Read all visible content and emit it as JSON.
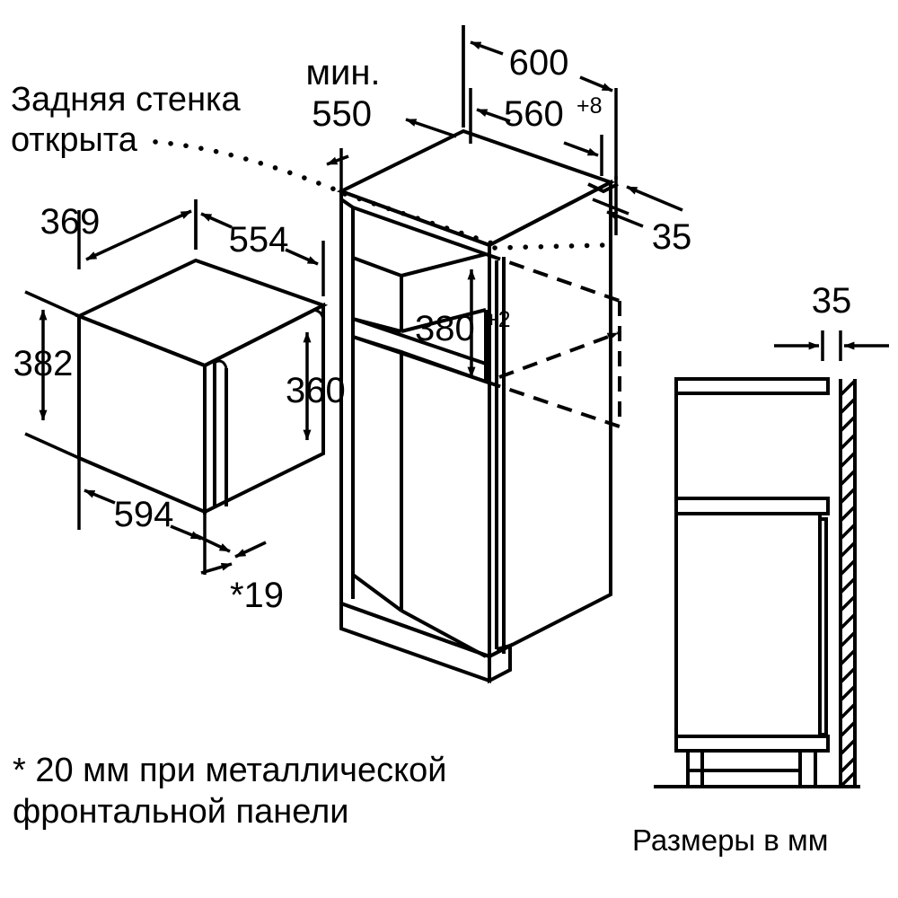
{
  "document": {
    "type": "installation-dimension-drawing",
    "units_caption": "Размеры в мм",
    "back_wall_note": {
      "line1": "Задняя стенка",
      "line2": "открыта"
    },
    "footnote": {
      "line1": "* 20 мм при металлической",
      "line2": "фронтальной панели"
    }
  },
  "appliance": {
    "name": "built-in-microwave",
    "dimensions": {
      "depth_back": "369",
      "depth_top": "554",
      "height_total": "382",
      "height_front": "360",
      "width": "594",
      "front_panel_thickness": "*19"
    }
  },
  "cabinet": {
    "name": "installation-niche",
    "dimensions": {
      "depth_min_label": "мин.",
      "depth_min_value": "550",
      "outer_width": "600",
      "niche_width": "560",
      "niche_width_tolerance": "+8",
      "niche_height": "380",
      "niche_height_tolerance": "+2",
      "rear_offset": "35"
    }
  },
  "side_view": {
    "name": "cabinet-side-section",
    "dimensions": {
      "wall_gap": "35"
    }
  },
  "colors": {
    "line": "#000000",
    "background": "#ffffff"
  }
}
